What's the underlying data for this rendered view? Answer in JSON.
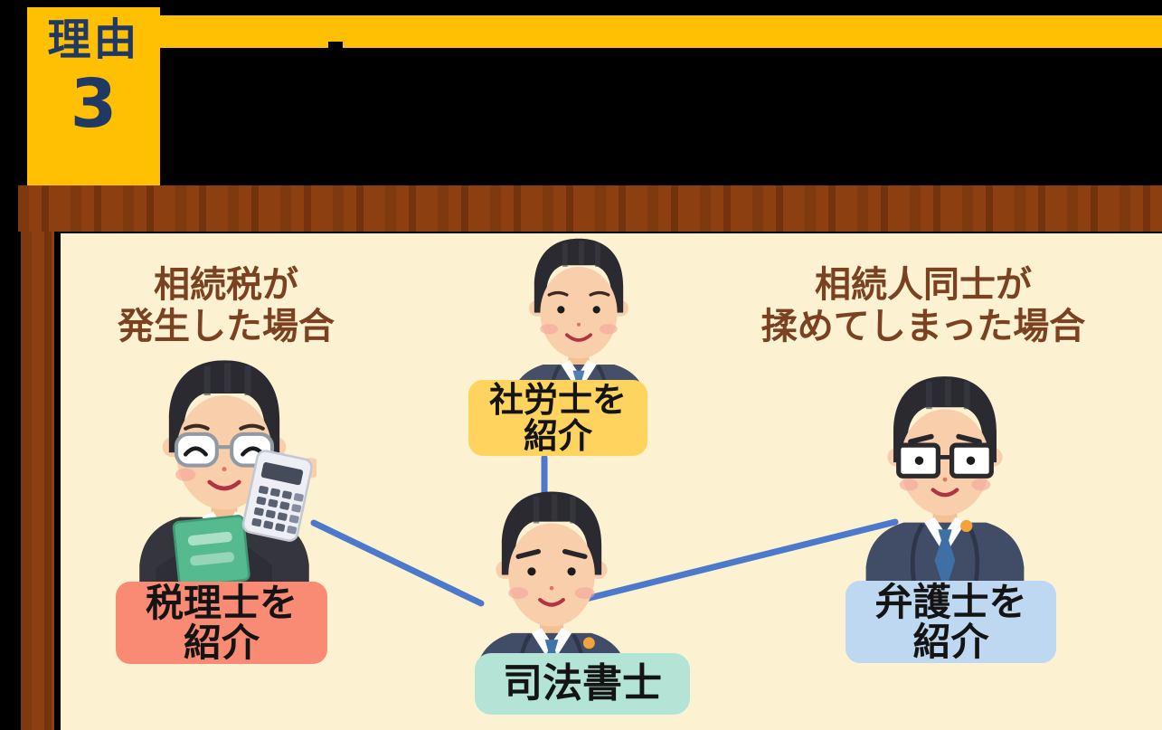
{
  "badge": {
    "word": "理由",
    "number": "3"
  },
  "panel": {
    "left_caption": {
      "line1": "相続税が",
      "line2": "発生した場合"
    },
    "right_caption": {
      "line1": "相続人同士が",
      "line2": "揉めてしまった場合"
    },
    "labels": {
      "sharoushi": {
        "line1": "社労士を",
        "line2": "紹介"
      },
      "zeirishi": {
        "line1": "税理士を",
        "line2": "紹介"
      },
      "bengoshi": {
        "line1": "弁護士を",
        "line2": "紹介"
      },
      "shihoshoshi": {
        "text": "司法書士"
      }
    }
  },
  "icons": {
    "top_figure": "businessman-icon",
    "left_figure": "businessman-glasses-calculator-book-icon",
    "right_figure": "businessman-square-glasses-badge-icon",
    "center_figure": "businessman-badge-icon"
  },
  "colors": {
    "background": "#000000",
    "yellow_band": "#FFC004",
    "badge_text": "#203864",
    "brown_band": "#8C3F10",
    "panel_bg": "#FCF2D2",
    "caption_text": "#7B4222",
    "box_sharoushi": "#FFD45E",
    "box_zeirishi": "#F98A73",
    "box_bengoshi": "#BDD8F0",
    "box_shihoshoshi": "#B4E4D6",
    "connector": "#4C79CB"
  }
}
